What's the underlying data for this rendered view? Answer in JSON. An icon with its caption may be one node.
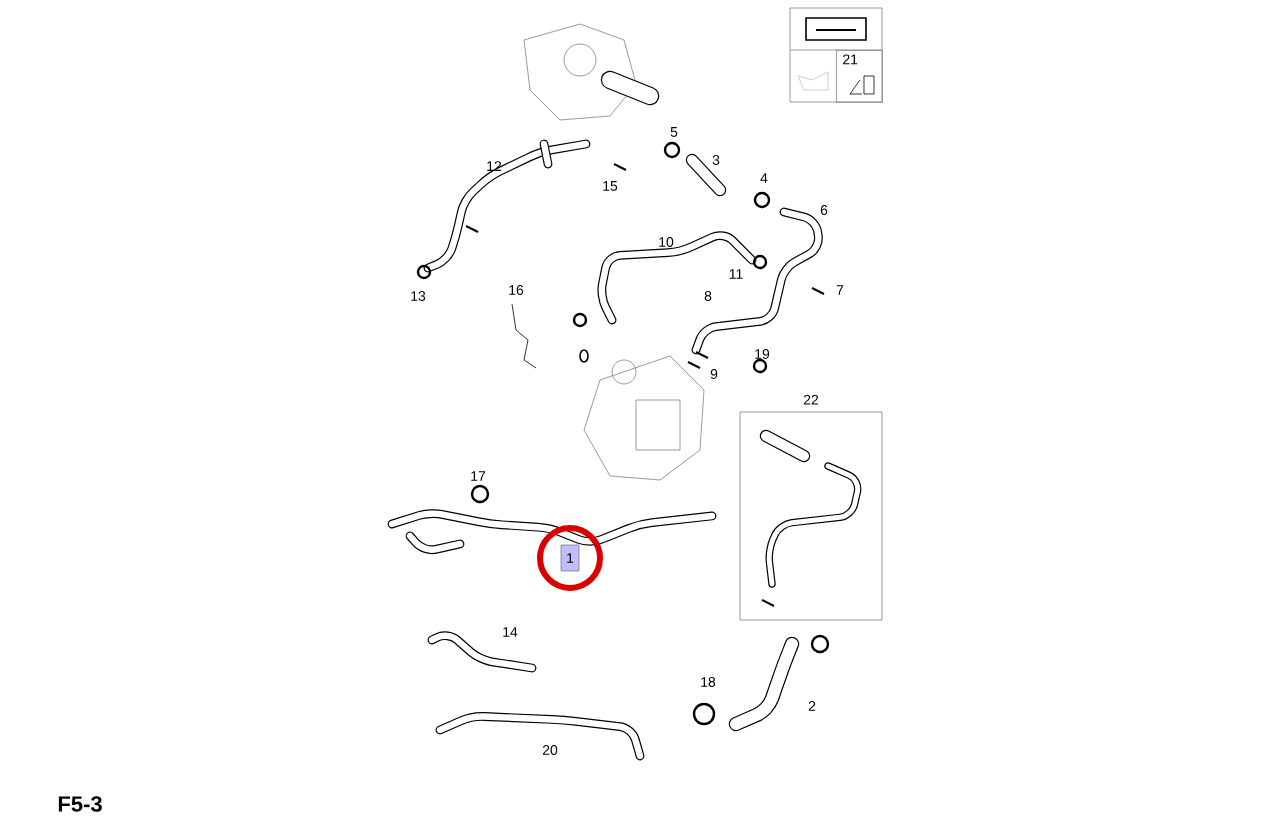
{
  "diagram": {
    "nodes": [
      {
        "text": [
          "1"
        ]
      },
      {
        "text": [
          "22"
        ]
      },
      {
        "text": [
          "21"
        ]
      }
    ],
    "labels": [
      "12",
      "5",
      "3",
      "15",
      "4",
      "6",
      "10",
      "13",
      "11",
      "16",
      "7",
      "8",
      "19",
      "9",
      "17",
      "14",
      "18",
      "2",
      "20",
      "F5-3"
    ]
  }
}
